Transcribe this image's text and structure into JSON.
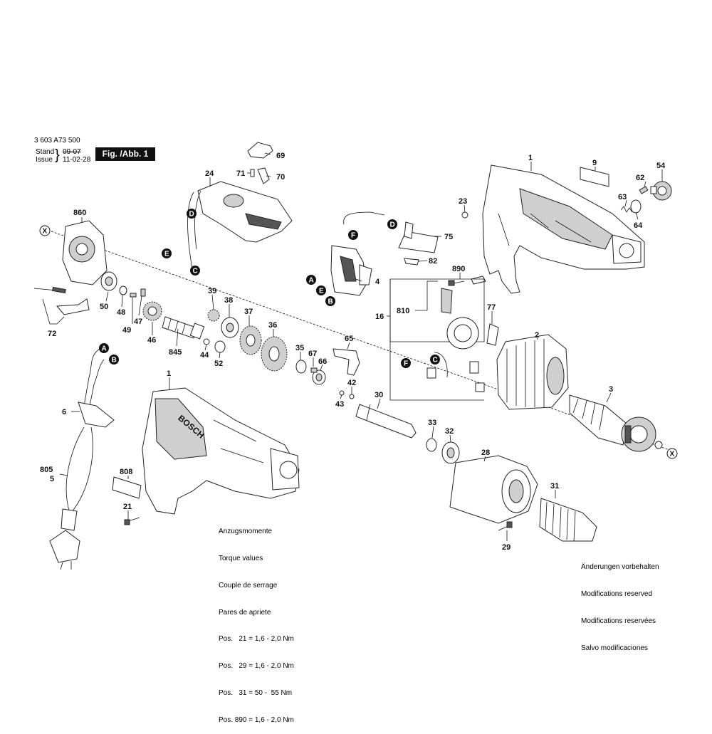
{
  "header": {
    "part_number": "3 603 A73 500",
    "stand_label": "Stand",
    "stand_value": "09-07",
    "issue_label": "Issue",
    "issue_value": "11-02-28",
    "figure_badge": "Fig. /Abb. 1"
  },
  "torque_note": {
    "lines": [
      "Anzugsmomente",
      "Torque values",
      "Couple de serrage",
      "Pares de apriete",
      "Pos.   21 = 1,6 - 2,0 Nm",
      "Pos.   29 = 1,6 - 2,0 Nm",
      "Pos.   31 = 50 -  55 Nm",
      "Pos. 890 = 1,6 - 2,0 Nm"
    ]
  },
  "changes_note": {
    "lines": [
      "Änderungen vorbehalten",
      "Modifications reserved",
      "Modifications reservées",
      "Salvo modificaciones"
    ]
  },
  "part_labels": [
    {
      "id": "p1a",
      "text": "1"
    },
    {
      "id": "p9",
      "text": "9"
    },
    {
      "id": "p54",
      "text": "54"
    },
    {
      "id": "p62",
      "text": "62"
    },
    {
      "id": "p63",
      "text": "63"
    },
    {
      "id": "p64",
      "text": "64"
    },
    {
      "id": "p23",
      "text": "23"
    },
    {
      "id": "p69",
      "text": "69"
    },
    {
      "id": "p71",
      "text": "71"
    },
    {
      "id": "p70",
      "text": "70"
    },
    {
      "id": "p24",
      "text": "24"
    },
    {
      "id": "p75",
      "text": "75"
    },
    {
      "id": "p82",
      "text": "82"
    },
    {
      "id": "p4",
      "text": "4"
    },
    {
      "id": "p890",
      "text": "890"
    },
    {
      "id": "p860",
      "text": "860"
    },
    {
      "id": "p50",
      "text": "50"
    },
    {
      "id": "p48",
      "text": "48"
    },
    {
      "id": "p49",
      "text": "49"
    },
    {
      "id": "p47",
      "text": "47"
    },
    {
      "id": "p46",
      "text": "46"
    },
    {
      "id": "p72",
      "text": "72"
    },
    {
      "id": "p39",
      "text": "39"
    },
    {
      "id": "p38",
      "text": "38"
    },
    {
      "id": "p37",
      "text": "37"
    },
    {
      "id": "p36",
      "text": "36"
    },
    {
      "id": "p845",
      "text": "845"
    },
    {
      "id": "p44",
      "text": "44"
    },
    {
      "id": "p52",
      "text": "52"
    },
    {
      "id": "p35",
      "text": "35"
    },
    {
      "id": "p65",
      "text": "65"
    },
    {
      "id": "p67",
      "text": "67"
    },
    {
      "id": "p66",
      "text": "66"
    },
    {
      "id": "p42",
      "text": "42"
    },
    {
      "id": "p43",
      "text": "43"
    },
    {
      "id": "p16",
      "text": "16"
    },
    {
      "id": "p810",
      "text": "810"
    },
    {
      "id": "p77",
      "text": "77"
    },
    {
      "id": "p2",
      "text": "2"
    },
    {
      "id": "p3",
      "text": "3"
    },
    {
      "id": "p30",
      "text": "30"
    },
    {
      "id": "p33",
      "text": "33"
    },
    {
      "id": "p32",
      "text": "32"
    },
    {
      "id": "p28",
      "text": "28"
    },
    {
      "id": "p31",
      "text": "31"
    },
    {
      "id": "p29",
      "text": "29"
    },
    {
      "id": "p1b",
      "text": "1"
    },
    {
      "id": "p808",
      "text": "808"
    },
    {
      "id": "p21",
      "text": "21"
    },
    {
      "id": "p6",
      "text": "6"
    },
    {
      "id": "p805",
      "text": "805"
    },
    {
      "id": "p5",
      "text": "5"
    }
  ],
  "markers": [
    {
      "id": "mD1",
      "text": "D"
    },
    {
      "id": "mE1",
      "text": "E"
    },
    {
      "id": "mC1",
      "text": "C"
    },
    {
      "id": "mF1",
      "text": "F"
    },
    {
      "id": "mD2",
      "text": "D"
    },
    {
      "id": "mA1",
      "text": "A"
    },
    {
      "id": "mE2",
      "text": "E"
    },
    {
      "id": "mB1",
      "text": "B"
    },
    {
      "id": "mF2",
      "text": "F"
    },
    {
      "id": "mC2",
      "text": "C"
    },
    {
      "id": "mA2",
      "text": "A"
    },
    {
      "id": "mB2",
      "text": "B"
    },
    {
      "id": "mX1",
      "text": "X"
    },
    {
      "id": "mX2",
      "text": "X"
    }
  ],
  "product_logo": "BOSCH"
}
